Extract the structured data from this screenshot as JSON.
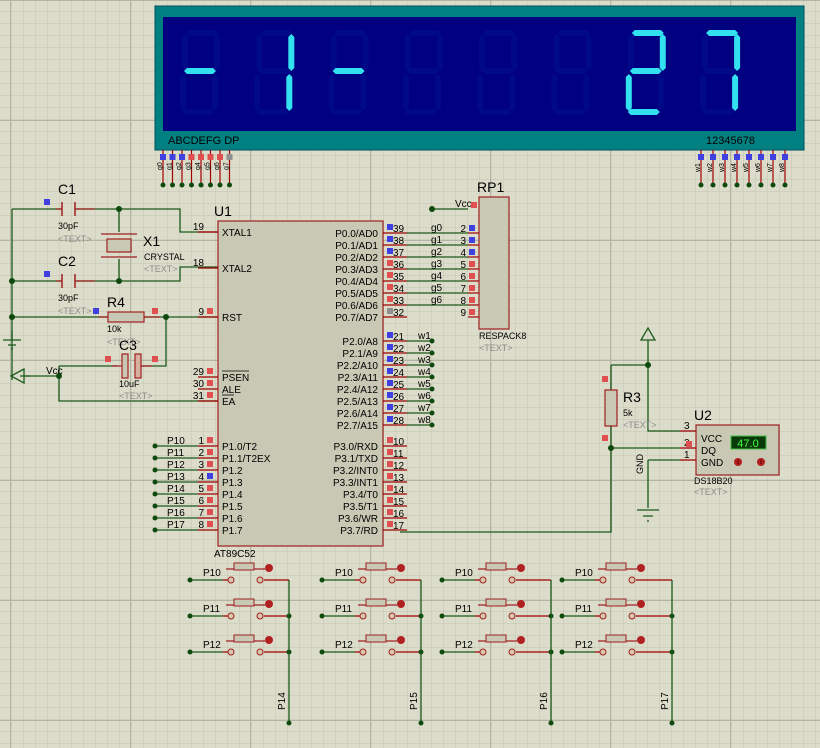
{
  "app": "Proteus ISIS schematic (simulation running)",
  "colors": {
    "background": "#dcdcca",
    "grid_minor": "#c4c4b2",
    "grid_major": "#b8b8a6",
    "wire": "#1a5a1a",
    "pin_line": "#a00000",
    "component_body": "#c8c8b4",
    "logic_high": "#e05050",
    "logic_low": "#4040e0",
    "logic_float": "#909090",
    "lcd_frame": "#008080",
    "lcd_panel": "#000080",
    "segment_on": "#33e0f0",
    "thermo_display_bg": "#0a3a0a",
    "thermo_display_text": "#40ff40"
  },
  "display": {
    "digits": [
      "-",
      "1",
      "-",
      "",
      "",
      "",
      "2",
      "7"
    ],
    "segment_label": "ABCDEFG  DP",
    "digit_label": "12345678",
    "seg_pins": [
      {
        "name": "g0",
        "state": "low"
      },
      {
        "name": "g1",
        "state": "low"
      },
      {
        "name": "g2",
        "state": "low"
      },
      {
        "name": "g3",
        "state": "high"
      },
      {
        "name": "g4",
        "state": "high"
      },
      {
        "name": "g5",
        "state": "high"
      },
      {
        "name": "g6",
        "state": "high"
      },
      {
        "name": "g7",
        "state": "float"
      }
    ],
    "dig_pins": [
      {
        "name": "w1",
        "state": "low"
      },
      {
        "name": "w2",
        "state": "low"
      },
      {
        "name": "w3",
        "state": "low"
      },
      {
        "name": "w4",
        "state": "low"
      },
      {
        "name": "w5",
        "state": "low"
      },
      {
        "name": "w6",
        "state": "low"
      },
      {
        "name": "w7",
        "state": "low"
      },
      {
        "name": "w8",
        "state": "low"
      }
    ]
  },
  "components": {
    "c1": {
      "ref": "C1",
      "value": "30pF",
      "text": "<TEXT>"
    },
    "c2": {
      "ref": "C2",
      "value": "30pF",
      "text": "<TEXT>"
    },
    "x1": {
      "ref": "X1",
      "value": "CRYSTAL",
      "text": "<TEXT>"
    },
    "r4": {
      "ref": "R4",
      "value": "10k",
      "text": "<TEXT>"
    },
    "c3": {
      "ref": "C3",
      "value": "10uF",
      "text": "<TEXT>"
    },
    "vcc_label": "Vcc",
    "u1": {
      "ref": "U1",
      "part": "AT89C52",
      "left_pins": [
        {
          "num": "19",
          "name": "XTAL1"
        },
        {
          "num": "18",
          "name": "XTAL2"
        },
        {
          "num": "9",
          "name": "RST"
        },
        {
          "num": "29",
          "name": "PSEN"
        },
        {
          "num": "30",
          "name": "ALE"
        },
        {
          "num": "31",
          "name": "EA"
        },
        {
          "num": "1",
          "name": "P1.0/T2",
          "net": "P10"
        },
        {
          "num": "2",
          "name": "P1.1/T2EX",
          "net": "P11"
        },
        {
          "num": "3",
          "name": "P1.2",
          "net": "P12"
        },
        {
          "num": "4",
          "name": "P1.3",
          "net": "P13"
        },
        {
          "num": "5",
          "name": "P1.4",
          "net": "P14"
        },
        {
          "num": "6",
          "name": "P1.5",
          "net": "P15"
        },
        {
          "num": "7",
          "name": "P1.6",
          "net": "P16"
        },
        {
          "num": "8",
          "name": "P1.7",
          "net": "P17"
        }
      ],
      "right_pins": [
        {
          "num": "39",
          "name": "P0.0/AD0",
          "net": "g0",
          "state": "low"
        },
        {
          "num": "38",
          "name": "P0.1/AD1",
          "net": "g1",
          "state": "low"
        },
        {
          "num": "37",
          "name": "P0.2/AD2",
          "net": "g2",
          "state": "low"
        },
        {
          "num": "36",
          "name": "P0.3/AD3",
          "net": "g3",
          "state": "high"
        },
        {
          "num": "35",
          "name": "P0.4/AD4",
          "net": "g4",
          "state": "high"
        },
        {
          "num": "34",
          "name": "P0.5/AD5",
          "net": "g5",
          "state": "high"
        },
        {
          "num": "33",
          "name": "P0.6/AD6",
          "net": "g6",
          "state": "high"
        },
        {
          "num": "32",
          "name": "P0.7/AD7",
          "net": "",
          "state": "float"
        },
        {
          "num": "21",
          "name": "P2.0/A8",
          "net": "w1",
          "state": "low"
        },
        {
          "num": "22",
          "name": "P2.1/A9",
          "net": "w2",
          "state": "low"
        },
        {
          "num": "23",
          "name": "P2.2/A10",
          "net": "w3",
          "state": "low"
        },
        {
          "num": "24",
          "name": "P2.3/A11",
          "net": "w4",
          "state": "low"
        },
        {
          "num": "25",
          "name": "P2.4/A12",
          "net": "w5",
          "state": "low"
        },
        {
          "num": "26",
          "name": "P2.5/A13",
          "net": "w6",
          "state": "low"
        },
        {
          "num": "27",
          "name": "P2.6/A14",
          "net": "w7",
          "state": "low"
        },
        {
          "num": "28",
          "name": "P2.7/A15",
          "net": "w8",
          "state": "low"
        },
        {
          "num": "10",
          "name": "P3.0/RXD",
          "state": "high"
        },
        {
          "num": "11",
          "name": "P3.1/TXD",
          "state": "high"
        },
        {
          "num": "12",
          "name": "P3.2/INT0",
          "state": "high"
        },
        {
          "num": "13",
          "name": "P3.3/INT1",
          "state": "high"
        },
        {
          "num": "14",
          "name": "P3.4/T0",
          "state": "high"
        },
        {
          "num": "15",
          "name": "P3.5/T1",
          "state": "high"
        },
        {
          "num": "16",
          "name": "P3.6/WR",
          "state": "high"
        },
        {
          "num": "17",
          "name": "P3.7/RD",
          "state": "high"
        }
      ],
      "p1_states": [
        "high",
        "high",
        "high",
        "low",
        "high",
        "high",
        "high",
        "high"
      ]
    },
    "rp1": {
      "ref": "RP1",
      "part": "RESPACK8",
      "text": "<TEXT>",
      "common_pin": "Vcc",
      "pins": [
        "2",
        "3",
        "4",
        "5",
        "6",
        "7",
        "8",
        "9"
      ],
      "nets": [
        "g0",
        "g1",
        "g2",
        "g3",
        "g4",
        "g5",
        "g6",
        ""
      ]
    },
    "r3": {
      "ref": "R3",
      "value": "5k",
      "text": "<TEXT>"
    },
    "u2": {
      "ref": "U2",
      "part": "DS18B20",
      "text": "<TEXT>",
      "pins": [
        {
          "num": "3",
          "name": "VCC"
        },
        {
          "num": "2",
          "name": "DQ"
        },
        {
          "num": "1",
          "name": "GND"
        }
      ],
      "temperature": "47.0",
      "gnd_label": "GND"
    }
  },
  "keypad": {
    "columns": [
      {
        "rows": [
          "P10",
          "P11",
          "P12"
        ],
        "column_net": "P14"
      },
      {
        "rows": [
          "P10",
          "P11",
          "P12"
        ],
        "column_net": "P15"
      },
      {
        "rows": [
          "P10",
          "P11",
          "P12"
        ],
        "column_net": "P16"
      },
      {
        "rows": [
          "P10",
          "P11",
          "P12"
        ],
        "column_net": "P17"
      }
    ]
  }
}
